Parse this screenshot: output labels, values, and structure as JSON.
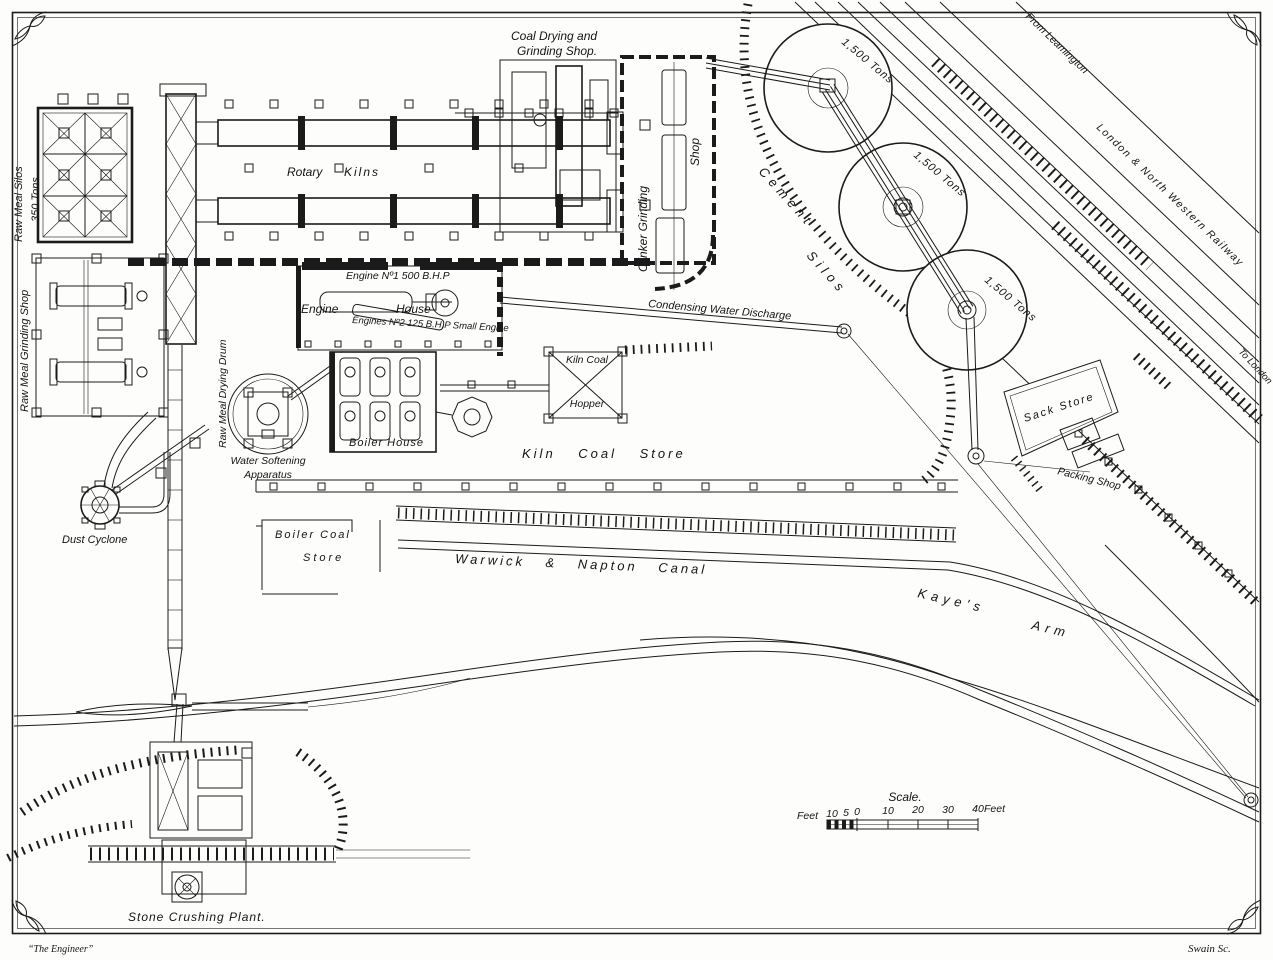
{
  "footer": {
    "left": "“The Engineer”",
    "right": "Swain Sc."
  },
  "railway": {
    "from_leamington": "From Leamington",
    "name": "London & North Western Railway",
    "to_london": "To London"
  },
  "silos_group": {
    "cement": "Cement",
    "silos": "Silos",
    "capacities": [
      "1,500 Tons",
      "1,500 Tons",
      "1,500 Tons"
    ]
  },
  "buildings": {
    "raw_meal_silos": "Raw Meal Silos",
    "raw_meal_silos_capacity": "350 Tons",
    "raw_meal_grinding_shop": "Raw Meal Grinding Shop",
    "rotary": "Rotary",
    "kilns": "Kilns",
    "coal_drying_line1": "Coal Drying and",
    "coal_drying_line2": "Grinding Shop.",
    "clinker_grinding": "Clinker Grinding",
    "clinker_shop": "Shop",
    "engine_no1": "Engine Nº1 500 B.H.P",
    "engine": "Engine",
    "house": "House",
    "engine_no2": "Engines Nº2 125 B.H.P Small Engine",
    "boiler_house": "Boiler House",
    "kiln_coal": "Kiln Coal",
    "hopper": "Hopper",
    "water_softening_line1": "Water Softening",
    "water_softening_line2": "Apparatus",
    "raw_meal_drying_drum": "Raw Meal Drying Drum",
    "dust_cyclone": "Dust Cyclone",
    "sack_store": "Sack Store",
    "packing_shop": "Packing Shop",
    "stone_crushing_plant": "Stone Crushing Plant."
  },
  "areas": {
    "kiln_coal_store": "Kiln Coal Store",
    "boiler_coal_line1": "Boiler Coal",
    "boiler_coal_line2": "Store",
    "canal": "Warwick & Napton Canal",
    "kayes": "Kaye's",
    "arm": "Arm",
    "condensing": "Condensing Water Discharge"
  },
  "scale": {
    "title": "Scale.",
    "labels": [
      "Feet",
      "10",
      "5",
      "0",
      "10",
      "20",
      "30",
      "40",
      "Feet"
    ]
  }
}
